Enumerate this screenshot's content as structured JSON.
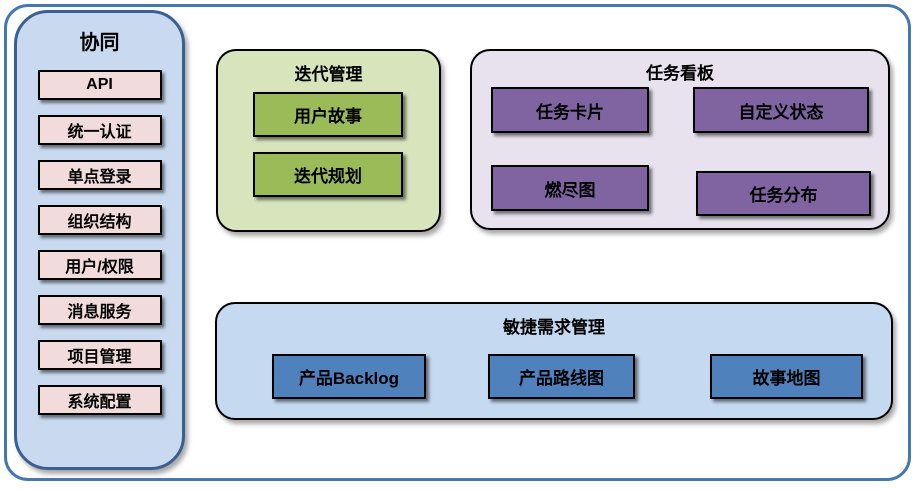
{
  "colors": {
    "outer_border": "#4677ae",
    "sidebar_bg": "#c9daf0",
    "sidebar_border": "#3a6091",
    "sidebar_item_bg": "#f2dcdb",
    "iteration_bg": "#d7e4bc",
    "iteration_item_bg": "#9bbb59",
    "kanban_bg": "#e7e2ee",
    "kanban_item_bg": "#8064a2",
    "requirements_bg": "#c5d9f1",
    "requirements_item_bg": "#4f81bd"
  },
  "sidebar": {
    "title": "协同",
    "items": [
      "API",
      "统一认证",
      "单点登录",
      "组织结构",
      "用户/权限",
      "消息服务",
      "项目管理",
      "系统配置"
    ]
  },
  "iteration": {
    "title": "迭代管理",
    "items": [
      "用户故事",
      "迭代规划"
    ]
  },
  "kanban": {
    "title": "任务看板",
    "items": [
      "任务卡片",
      "自定义状态",
      "燃尽图",
      "任务分布"
    ]
  },
  "requirements": {
    "title": "敏捷需求管理",
    "items": [
      "产品Backlog",
      "产品路线图",
      "故事地图"
    ]
  }
}
